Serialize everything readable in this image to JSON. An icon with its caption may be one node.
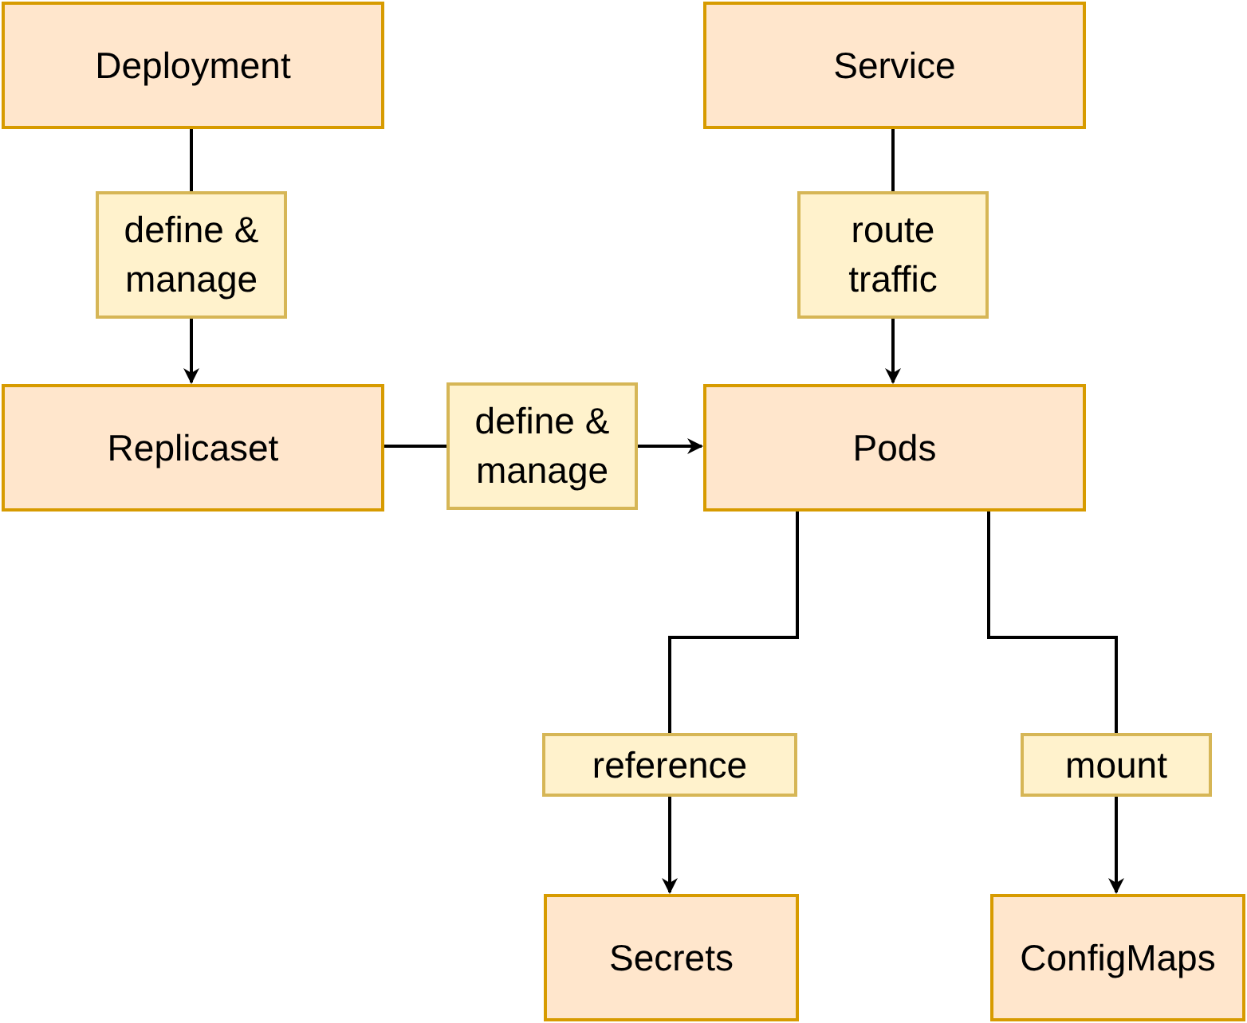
{
  "diagram": {
    "nodes": [
      {
        "text": [
          "Deployment"
        ]
      },
      {
        "text": [
          "Service"
        ]
      },
      {
        "text": [
          "Replicaset"
        ]
      },
      {
        "text": [
          "Pods"
        ]
      },
      {
        "text": [
          "Secrets"
        ]
      },
      {
        "text": [
          "ConfigMaps"
        ]
      }
    ],
    "edges": [
      {
        "from": 0,
        "to": 2,
        "arrow": "to",
        "label": "define & manage"
      },
      {
        "from": 1,
        "to": 3,
        "arrow": "to",
        "label": "route traffic"
      },
      {
        "from": 2,
        "to": 3,
        "arrow": "to",
        "label": "define & manage"
      },
      {
        "from": 3,
        "to": 4,
        "arrow": "to",
        "label": "reference"
      },
      {
        "from": 3,
        "to": 5,
        "arrow": "to",
        "label": "mount"
      }
    ]
  }
}
